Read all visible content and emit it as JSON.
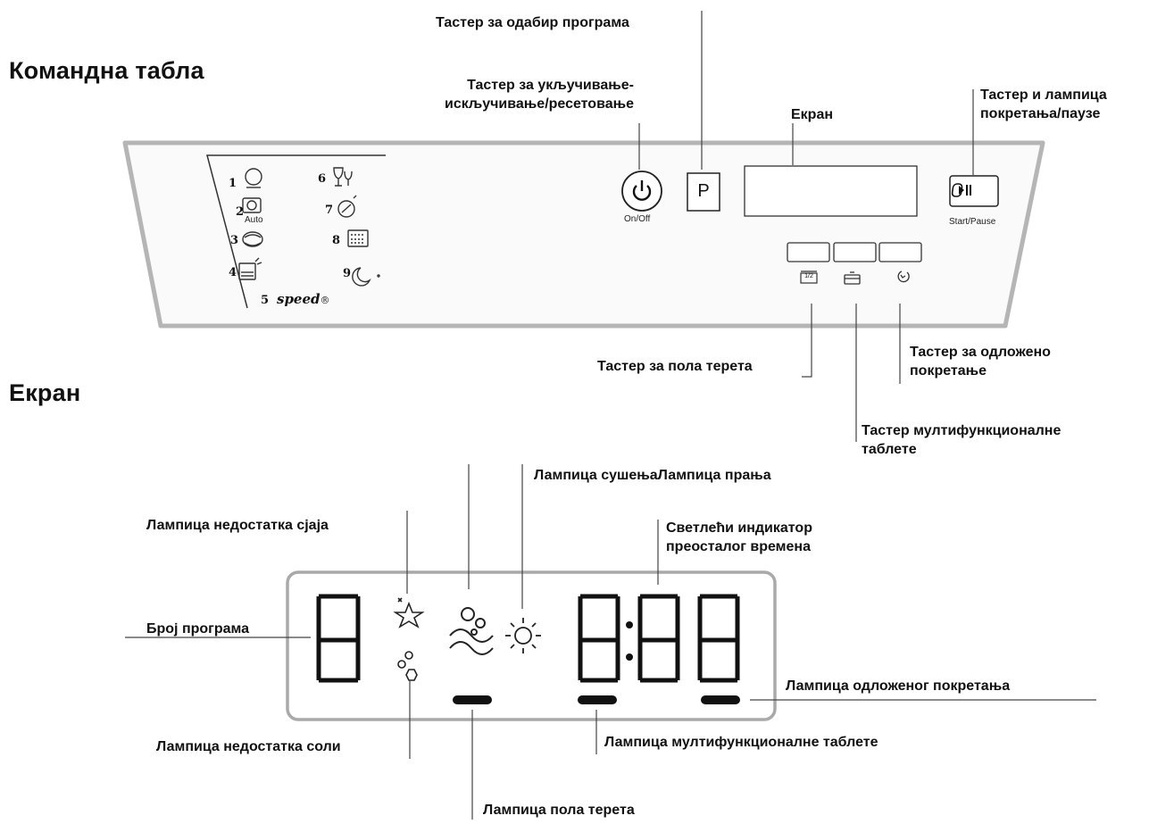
{
  "headings": {
    "control_panel": "Командна табла",
    "screen": "Екран"
  },
  "control_panel": {
    "program_numbers": [
      "1",
      "2",
      "3",
      "4",
      "5",
      "6",
      "7",
      "8",
      "9"
    ],
    "program_2_sub": "Auto",
    "program_5_text": "speed",
    "program_5_mark": "®",
    "power_caption": "On/Off",
    "program_button": "P",
    "start_caption": "Start/Pause",
    "start_icon_text": "⏵II 0",
    "half_load_icon_text": "1/2"
  },
  "labels": {
    "program_select": "Тастер за одабир програма",
    "power_line1": "Тастер за укључивање-",
    "power_line2": "искључивање/ресетовање",
    "panel_screen": "Екран",
    "start_line1": "Тастер и лампица",
    "start_line2": "покретања/паузе",
    "half_load_button": "Тастер за пола терета",
    "delay_line1": "Тастер за одложено",
    "delay_line2": "покретање",
    "tablet_line1": "Тастер мултифункционалне",
    "tablet_line2": "таблете",
    "drying_wash": "Лампица сушењаЛампица прања",
    "rinse_missing": "Лампица недостатка сјаја",
    "remaining_line1": "Светлећи индикатор",
    "remaining_line2": "преосталог времена",
    "program_number": "Број програма",
    "delay_lamp": "Лампица одложеног покретања",
    "salt_missing": "Лампица недостатка соли",
    "tablet_lamp": "Лампица мултифункционалне таблете",
    "half_load_lamp": "Лампица пола терета"
  },
  "display": {
    "program_digit": "8",
    "time_hours": "8",
    "time_minutes": "88"
  }
}
